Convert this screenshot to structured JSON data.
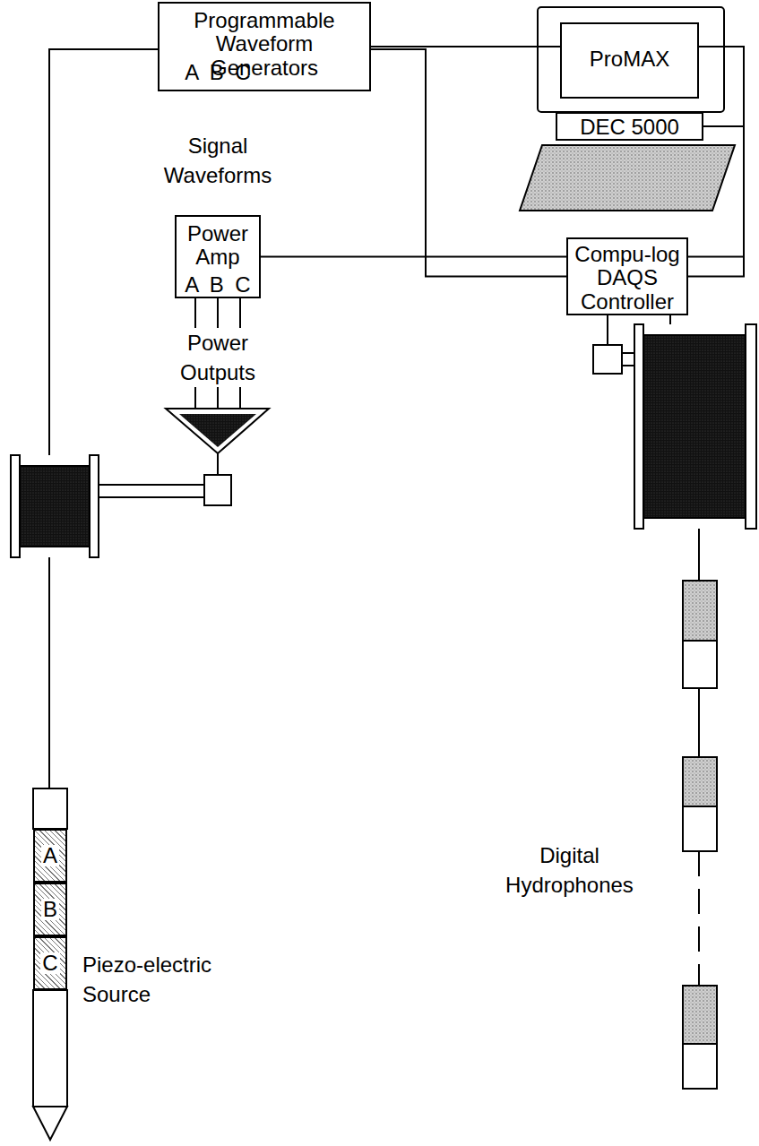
{
  "diagram": {
    "nodes": [
      {
        "text": [
          "Programmable Waveform Generators",
          "A B C"
        ]
      },
      {
        "text": [
          "Power Amp",
          "A B C"
        ]
      },
      {
        "text": [
          "ProMAX"
        ]
      },
      {
        "text": [
          "DEC 5000"
        ]
      },
      {
        "text": [
          "Compu-log DAQS Controller"
        ]
      },
      {
        "text": [
          "A"
        ]
      },
      {
        "text": [
          "B"
        ]
      },
      {
        "text": [
          "C"
        ]
      }
    ],
    "edges": [
      {
        "from": 0,
        "to": 1,
        "arrow": "none"
      },
      {
        "from": 0,
        "to": 4,
        "arrow": "none"
      },
      {
        "from": 3,
        "to": 4,
        "arrow": "none"
      }
    ],
    "labels": [
      "Signal Waveforms",
      "Power Outputs",
      "Digital Hydrophones",
      "Piezo-electric Source"
    ]
  }
}
